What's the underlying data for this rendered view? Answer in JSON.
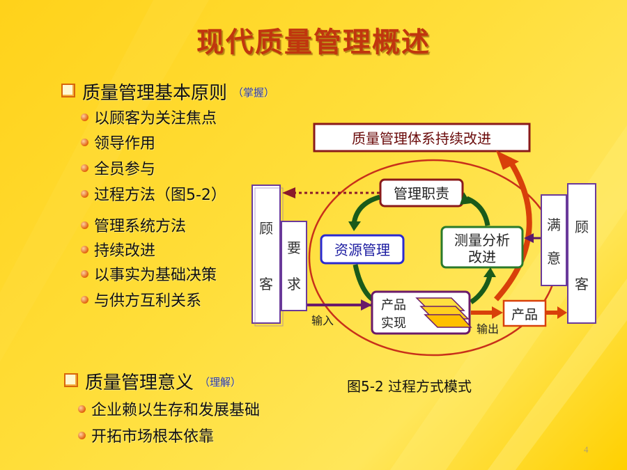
{
  "title": "现代质量管理概述",
  "section1": {
    "heading": "质量管理基本原则",
    "note": "（掌握）"
  },
  "principles": [
    "以顾客为关注焦点",
    "领导作用",
    "全员参与",
    "过程方法（图5-2）",
    "管理系统方法",
    "持续改进",
    "以事实为基础决策",
    "与供方互利关系"
  ],
  "section2": {
    "heading": "质量管理意义",
    "note": "（理解）"
  },
  "meanings": [
    "企业赖以生存和发展基础",
    "开拓市场根本依靠"
  ],
  "diagram": {
    "improve": "质量管理体系持续改进",
    "mgmt": "管理职责",
    "resource": "资源管理",
    "measure_1": "测量分析",
    "measure_2": "改进",
    "product_1": "产品",
    "product_2": "实现",
    "output_product": "产品",
    "in_label": "输入",
    "out_label": "输出",
    "cust_l_1": "顾",
    "cust_l_2": "客",
    "req_1": "要",
    "req_2": "求",
    "sat_1": "满",
    "sat_2": "意",
    "cust_r_1": "顾",
    "cust_r_2": "客"
  },
  "caption": "图5-2  过程方式模式",
  "page_number": "4"
}
